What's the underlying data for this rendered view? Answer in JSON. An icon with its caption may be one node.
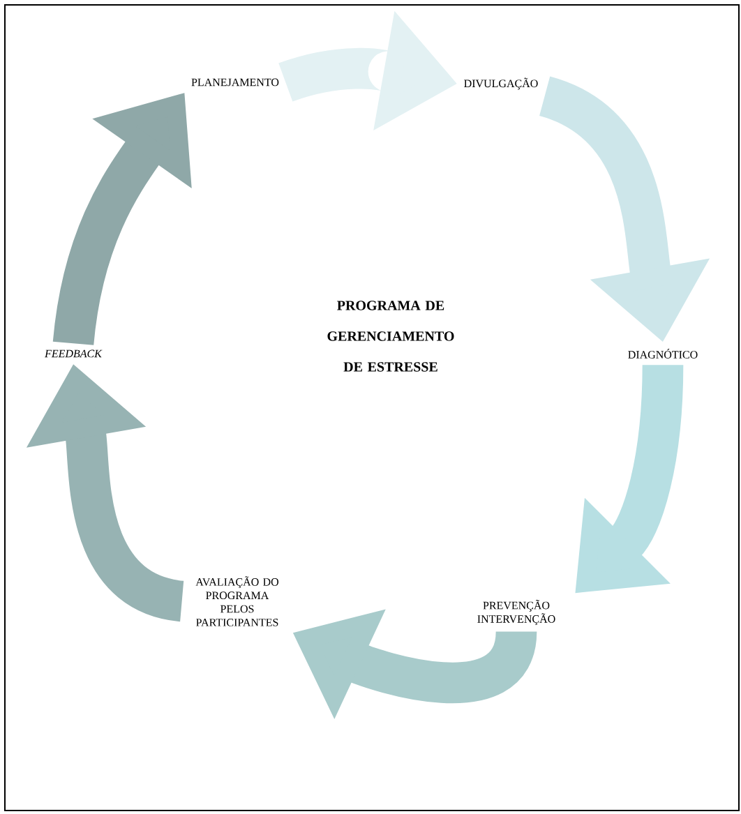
{
  "diagram": {
    "title": "PROGRAMA DE GERENCIAMENTO DE ESTRESSE",
    "nodes": [
      {
        "text": [
          "PLANEJAMENTO"
        ]
      },
      {
        "text": [
          "DIVULGAÇÃO"
        ]
      },
      {
        "text": [
          "DIAGNÓTICO"
        ]
      },
      {
        "text": [
          "PREVENÇÃO INTERVENÇÃO"
        ]
      },
      {
        "text": [
          "AVALIAÇÃO DO PROGRAMA PELOS PARTICIPANTES"
        ]
      },
      {
        "text": [
          "FEEDBACK"
        ]
      }
    ],
    "edges": [
      {
        "from": 0,
        "to": 1,
        "arrow": "to",
        "color": "#e3f1f3"
      },
      {
        "from": 1,
        "to": 2,
        "arrow": "to",
        "color": "#cde6ea"
      },
      {
        "from": 2,
        "to": 3,
        "arrow": "to",
        "color": "#b7dfe3"
      },
      {
        "from": 3,
        "to": 4,
        "arrow": "to",
        "color": "#a8cbcb"
      },
      {
        "from": 4,
        "to": 5,
        "arrow": "to",
        "color": "#97b3b3"
      },
      {
        "from": 5,
        "to": 0,
        "arrow": "to",
        "color": "#8fa8a8"
      }
    ]
  }
}
